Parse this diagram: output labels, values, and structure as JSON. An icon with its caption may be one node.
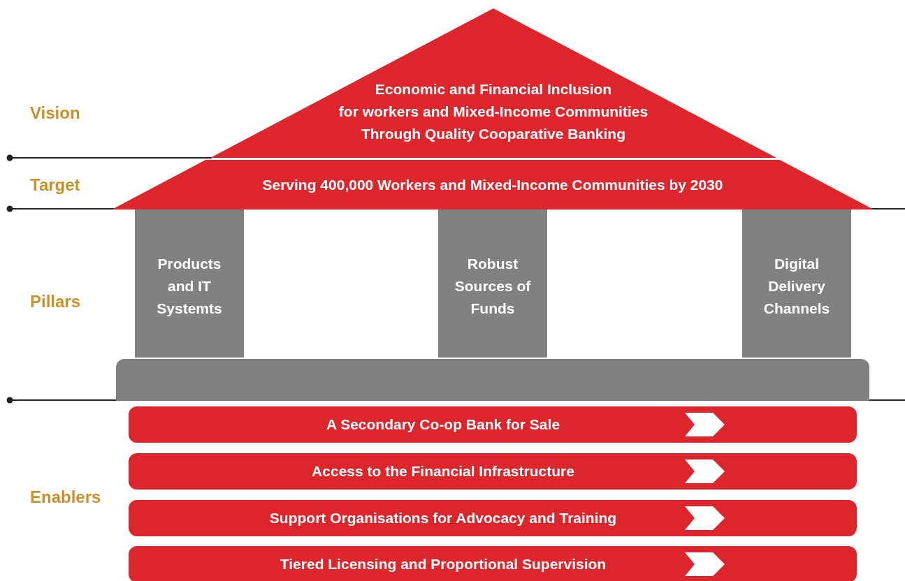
{
  "diagram": {
    "nodes": [
      {
        "text": [
          "Economic and Financial Inclusion for workers and Mixed-Income Communities Through Quality Cooparative Banking"
        ]
      },
      {
        "text": [
          "Serving 400,000 Workers and Mixed-Income Communities by 2030"
        ]
      },
      {
        "text": [
          "Products and IT Systemts"
        ]
      },
      {
        "text": [
          "Robust Sources of Funds"
        ]
      },
      {
        "text": [
          "Digital Delivery Channels"
        ]
      },
      {
        "text": [],
        "shape": "bar"
      },
      {
        "text": [
          "A Secondary Co-op Bank for Sale"
        ]
      },
      {
        "text": [
          "Access to the Financial Infrastructure"
        ]
      },
      {
        "text": [
          "Support Organisations for Advocacy and Training"
        ]
      },
      {
        "text": [
          "Tiered Licensing and Proportional Supervision"
        ]
      }
    ],
    "labels": [
      "Vision",
      "Target",
      "Pillars",
      "Enablers"
    ]
  }
}
